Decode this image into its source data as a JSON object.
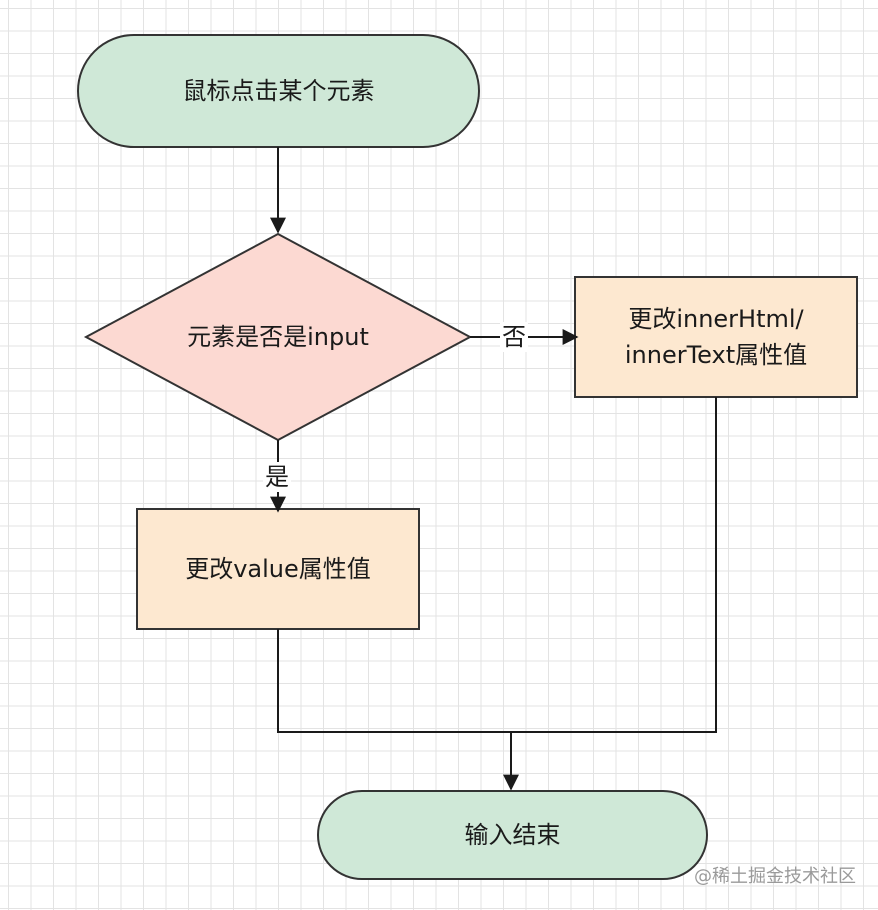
{
  "nodes": {
    "start": {
      "text": "鼠标点击某个元素"
    },
    "decision": {
      "text": "元素是否是input"
    },
    "update_text": {
      "text": "更改innerHtml/\ninnerText属性值"
    },
    "update_value": {
      "text": "更改value属性值"
    },
    "end": {
      "text": "输入结束"
    }
  },
  "edges": {
    "no_label": "否",
    "yes_label": "是"
  },
  "watermark": "@稀土掘金技术社区",
  "colors": {
    "terminal_fill": "#cfe8d7",
    "decision_fill": "#fcd9d2",
    "process_fill": "#fde8d0",
    "stroke": "#333333"
  }
}
